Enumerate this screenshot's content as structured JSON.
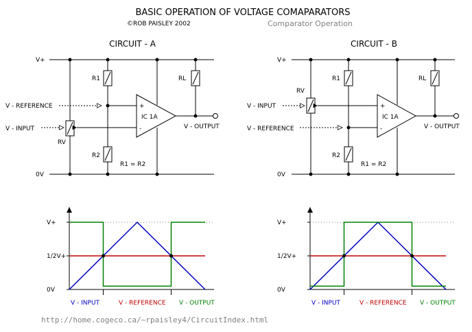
{
  "header": {
    "title": "BASIC OPERATION OF VOLTAGE COMAPARATORS",
    "copyright": "©ROB PAISLEY 2002",
    "subtitle": "Comparator Operation"
  },
  "circuit_a": {
    "title": "CIRCUIT - A",
    "vplus": "V+",
    "zero": "0V",
    "r1": "R1",
    "r2": "R2",
    "rl": "RL",
    "rv": "RV",
    "ic": "IC 1A",
    "plus": "+",
    "minus": "-",
    "eq": "R1 = R2",
    "ref_label": "V - REFERENCE",
    "in_label": "V - INPUT",
    "out_label": "V - OUTPUT"
  },
  "circuit_b": {
    "title": "CIRCUIT - B",
    "vplus": "V+",
    "zero": "0V",
    "r1": "R1",
    "r2": "R2",
    "rl": "RL",
    "rv": "RV",
    "ic": "IC 1A",
    "plus": "+",
    "minus": "-",
    "eq": "R1 = R2",
    "in_label": "V - INPUT",
    "ref_label": "V - REFERENCE",
    "out_label": "V - OUTPUT"
  },
  "chart_data": [
    {
      "type": "line",
      "y_ticks": [
        "V+",
        "1/2V+",
        "0V"
      ],
      "ylim": [
        0,
        1
      ],
      "xlim": [
        0,
        4
      ],
      "series": [
        {
          "name": "V - INPUT",
          "color": "#0000c0",
          "x": [
            0,
            2,
            4
          ],
          "y": [
            0,
            1,
            0
          ]
        },
        {
          "name": "V - REFERENCE",
          "color": "#c00000",
          "x": [
            0,
            4
          ],
          "y": [
            0.5,
            0.5
          ]
        },
        {
          "name": "V - OUTPUT",
          "color": "#008000",
          "x": [
            0,
            1,
            1,
            3,
            3,
            4
          ],
          "y": [
            1,
            1,
            0.05,
            0.05,
            1,
            1
          ]
        }
      ]
    },
    {
      "type": "line",
      "y_ticks": [
        "V+",
        "1/2V+",
        "0V"
      ],
      "ylim": [
        0,
        1
      ],
      "xlim": [
        0,
        4
      ],
      "series": [
        {
          "name": "V - INPUT",
          "color": "#0000c0",
          "x": [
            0,
            2,
            4
          ],
          "y": [
            0,
            1,
            0
          ]
        },
        {
          "name": "V - REFERENCE",
          "color": "#c00000",
          "x": [
            0,
            4
          ],
          "y": [
            0.5,
            0.5
          ]
        },
        {
          "name": "V - OUTPUT",
          "color": "#008000",
          "x": [
            0,
            1,
            1,
            3,
            3,
            4
          ],
          "y": [
            0.05,
            0.05,
            1,
            1,
            0.05,
            0.05
          ]
        }
      ]
    }
  ],
  "footer": {
    "url": "http://home.cogeco.ca/~rpaisley4/CircuitIndex.html"
  }
}
